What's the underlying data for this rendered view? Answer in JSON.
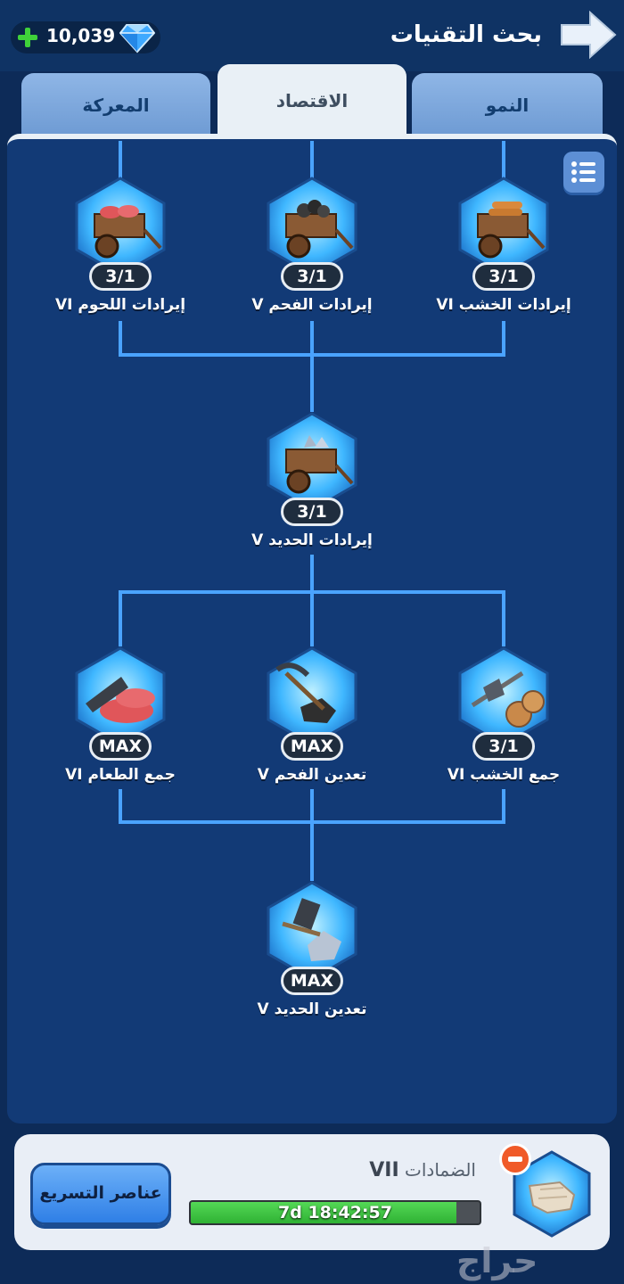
{
  "header": {
    "gem_count": "10,039",
    "title": "بحث التقنيات"
  },
  "tabs": [
    {
      "label": "المعركة",
      "active": false
    },
    {
      "label": "الاقتصاد",
      "active": true
    },
    {
      "label": "النمو",
      "active": false
    }
  ],
  "tree": {
    "row1": [
      {
        "label": "إيرادات اللحوم VI",
        "badge": "3/1",
        "icon": "meat-cart-icon"
      },
      {
        "label": "إيرادات الفحم V",
        "badge": "3/1",
        "icon": "coal-cart-icon"
      },
      {
        "label": "إيرادات الخشب VI",
        "badge": "3/1",
        "icon": "wood-cart-icon"
      }
    ],
    "row2": [
      {
        "label": "إيرادات الحديد V",
        "badge": "3/1",
        "icon": "iron-cart-icon"
      }
    ],
    "row3": [
      {
        "label": "جمع الطعام VI",
        "badge": "MAX",
        "icon": "cleaver-meat-icon"
      },
      {
        "label": "تعدين الفحم V",
        "badge": "MAX",
        "icon": "pickaxe-coal-icon"
      },
      {
        "label": "جمع الخشب VI",
        "badge": "3/1",
        "icon": "axe-logs-icon"
      }
    ],
    "row4": [
      {
        "label": "تعدين الحديد V",
        "badge": "MAX",
        "icon": "hammer-iron-icon"
      }
    ]
  },
  "current_research": {
    "name": "الضمادات",
    "level": "VII",
    "timer": "7d 18:42:57",
    "progress": 0.92,
    "icon": "bandaged-hand-icon"
  },
  "speedup_label": "عناصر التسريع",
  "watermark": "حراج",
  "colors": {
    "background": "#0d2b58",
    "panel": "#123a76",
    "connector": "#4aa3ff",
    "node_glow": "#3fb7ff",
    "progress_green": "#3fc43f",
    "cancel_orange": "#f05a28"
  }
}
